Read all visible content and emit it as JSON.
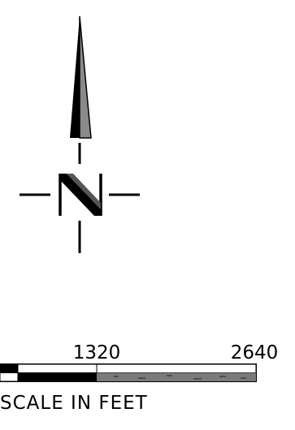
{
  "north_arrow": {
    "letter": "N",
    "icon": "north-arrow-icon"
  },
  "scale_bar": {
    "tick_labels": [
      "1320",
      "2640"
    ],
    "caption": "SCALE IN FEET",
    "unit": "feet"
  },
  "colors": {
    "ink": "#000000",
    "paper": "#ffffff",
    "shade": "#7a7a7a"
  }
}
